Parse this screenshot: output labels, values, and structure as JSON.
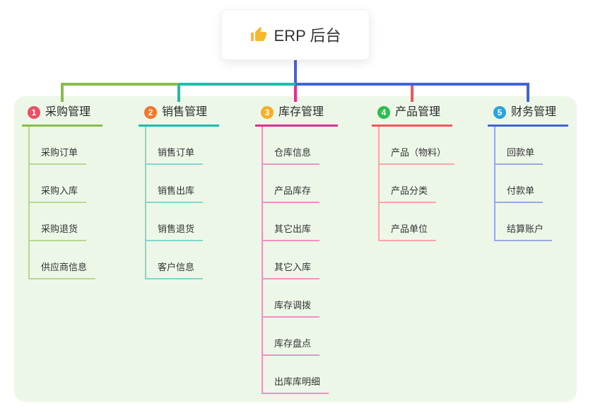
{
  "root": {
    "label": "ERP 后台",
    "icon": "thumbs-up-icon",
    "icon_color": "#F8B82C"
  },
  "canvas": {
    "background": "#EDF7E8",
    "connector_blue": "#4C5FD4"
  },
  "branches": [
    {
      "index": "1",
      "label": "采购管理",
      "badge_color": "#EC4F63",
      "color": "#85BE4B",
      "light_color": "#B7D98E",
      "children": [
        "采购订单",
        "采购入库",
        "采购退货",
        "供应商信息"
      ]
    },
    {
      "index": "2",
      "label": "销售管理",
      "badge_color": "#F4762B",
      "color": "#1DBDAF",
      "light_color": "#82D6CD",
      "children": [
        "销售订单",
        "销售出库",
        "销售退货",
        "客户信息"
      ]
    },
    {
      "index": "3",
      "label": "库存管理",
      "badge_color": "#F7AE27",
      "color": "#E52D90",
      "light_color": "#F290C3",
      "children": [
        "仓库信息",
        "产品库存",
        "其它出库",
        "其它入库",
        "库存调拨",
        "库存盘点",
        "出库库明细"
      ]
    },
    {
      "index": "4",
      "label": "产品管理",
      "badge_color": "#2EBD4E",
      "color": "#F4555C",
      "light_color": "#F9A6A9",
      "children": [
        "产品（物料）",
        "产品分类",
        "产品单位"
      ]
    },
    {
      "index": "5",
      "label": "财务管理",
      "badge_color": "#2BA3DC",
      "color": "#4164D4",
      "light_color": "#97A9E5",
      "children": [
        "回款单",
        "付款单",
        "结算账户"
      ]
    }
  ]
}
